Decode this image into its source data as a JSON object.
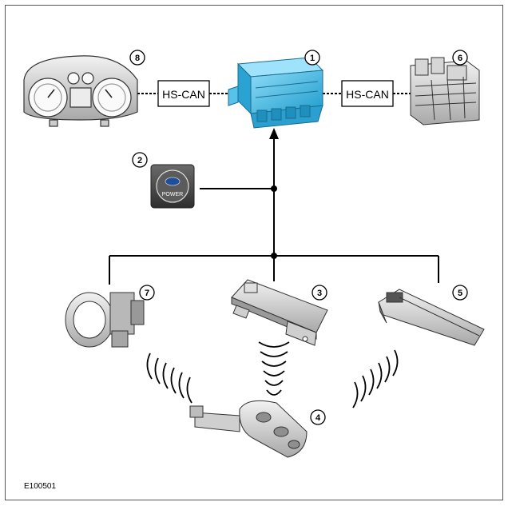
{
  "diagram": {
    "figure_id": "E100501",
    "bus_labels": {
      "left": "HS-CAN",
      "right": "HS-CAN"
    },
    "power_button_label": "POWER",
    "callouts": {
      "c1": "1",
      "c2": "2",
      "c3": "3",
      "c4": "4",
      "c5": "5",
      "c6": "6",
      "c7": "7",
      "c8": "8"
    },
    "colors": {
      "module_blue": "#3fb6e3",
      "line": "#000000",
      "component_gray": "#c8c8c8"
    }
  }
}
